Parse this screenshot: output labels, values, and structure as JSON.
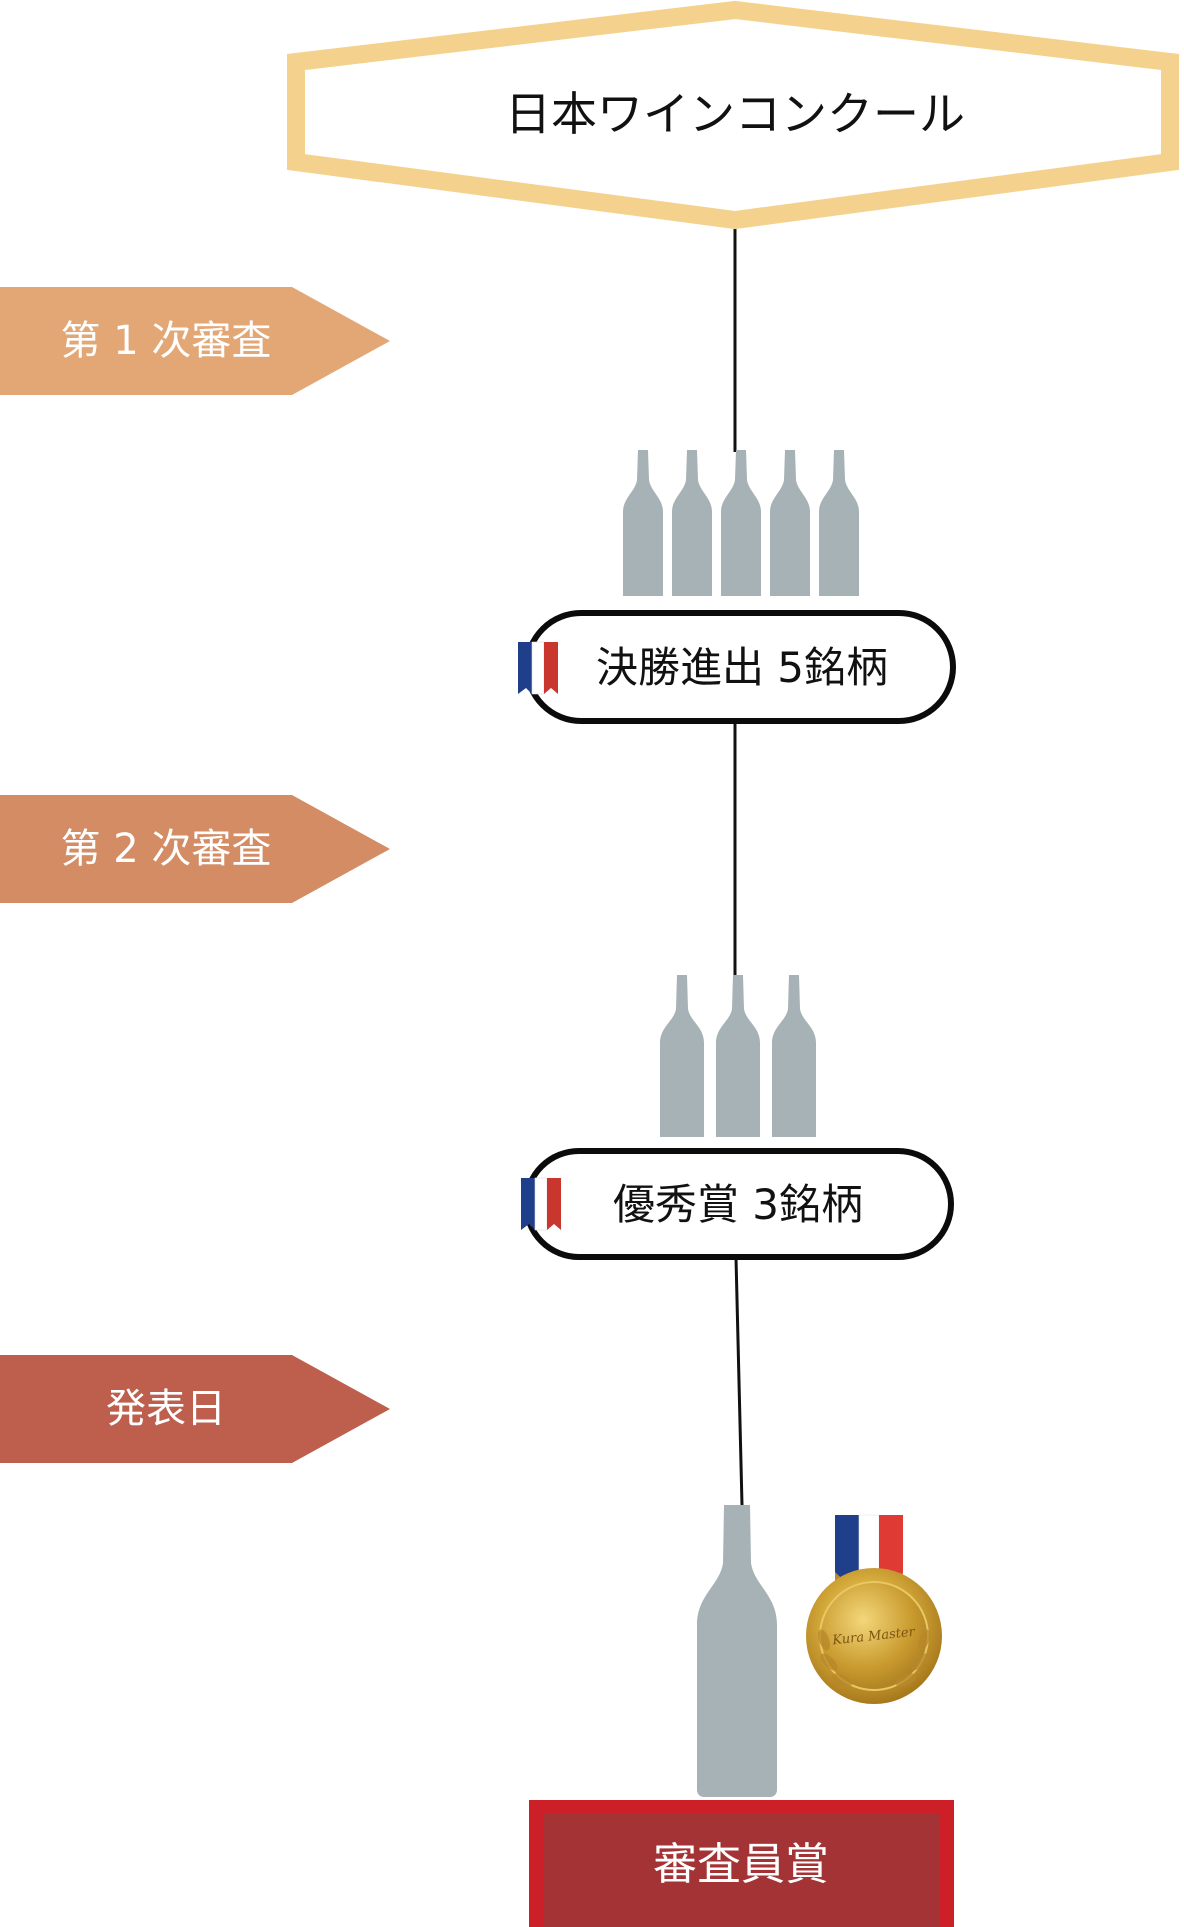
{
  "title": "日本ワインコンクール",
  "stages": [
    {
      "label": "第 1 次審査",
      "color": "#e2a775"
    },
    {
      "label": "第 2 次審査",
      "color": "#d38c64"
    },
    {
      "label": "発表日",
      "color": "#bd5f4c"
    }
  ],
  "results": [
    {
      "label": "決勝進出 5銘柄",
      "bottle_count": 5
    },
    {
      "label": "優秀賞 3銘柄",
      "bottle_count": 3
    }
  ],
  "final_award": {
    "label": "審査員賞",
    "bottle_count": 1
  },
  "medal": {
    "text": "Kura Master"
  },
  "colors": {
    "title_border": "#f4d28d",
    "bottle": "#a6b2b5",
    "line": "#111111",
    "flag_blue": "#1f3f8a",
    "flag_white": "#ffffff",
    "flag_red": "#c8362e",
    "award_fill": "#a33335",
    "award_border": "#cc1f27",
    "gold": "#caa037"
  },
  "icons": [
    "bottle-icon",
    "french-flag-ribbon-icon",
    "gold-medal-icon"
  ]
}
